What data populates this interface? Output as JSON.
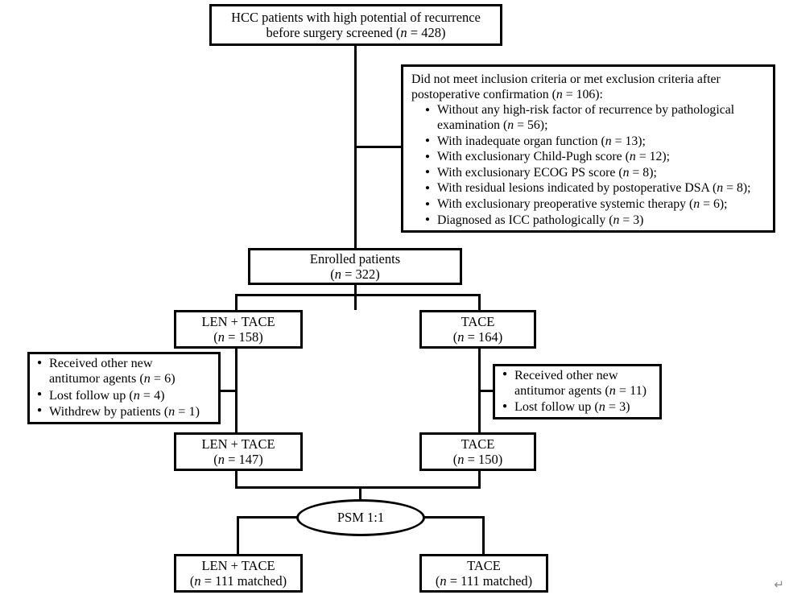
{
  "figure": {
    "type": "flowchart",
    "title": "Patient selection and study flow diagram"
  },
  "nodes": {
    "screened": {
      "line1": "HCC patients with high potential of recurrence",
      "line2_pre": "before surgery screened (",
      "line2_n": "n",
      "line2_post": " = 428)"
    },
    "excluded": {
      "head_line1": "Did not meet inclusion criteria or met exclusion criteria after",
      "head_line2_pre": "postoperative confirmation (",
      "head_n": "n",
      "head_line2_post": " = 106):",
      "items": [
        {
          "text_l1": "Without any high-risk factor of recurrence by pathological",
          "text_l2_pre": "examination (",
          "n": "n",
          "text_l2_post": " = 56);"
        },
        {
          "text_pre": "With inadequate organ function (",
          "n": "n",
          "text_post": " = 13);"
        },
        {
          "text_pre": "With exclusionary Child-Pugh score (",
          "n": "n",
          "text_post": " = 12);"
        },
        {
          "text_pre": "With exclusionary ECOG PS score (",
          "n": "n",
          "text_post": " = 8);"
        },
        {
          "text_pre": "With residual lesions indicated by postoperative DSA (",
          "n": "n",
          "text_post": " = 8);"
        },
        {
          "text_pre": "With exclusionary preoperative systemic therapy (",
          "n": "n",
          "text_post": " = 6);"
        },
        {
          "text_pre": "Diagnosed as ICC pathologically (",
          "n": "n",
          "text_post": " = 3)"
        }
      ]
    },
    "enrolled": {
      "line1": "Enrolled patients",
      "line2_pre": "(",
      "line2_n": "n",
      "line2_post": " = 322)"
    },
    "arm_len_158": {
      "line1": "LEN + TACE",
      "line2_pre": "(",
      "line2_n": "n",
      "line2_post": " = 158)"
    },
    "arm_tace_164": {
      "line1": "TACE",
      "line2_pre": "(",
      "line2_n": "n",
      "line2_post": " = 164)"
    },
    "dropout_left": {
      "items": [
        {
          "text_l1": "Received other new",
          "text_l2_pre": "antitumor agents (",
          "n": "n",
          "text_l2_post": " = 6)"
        },
        {
          "text_pre": "Lost follow up (",
          "n": "n",
          "text_post": " = 4)"
        },
        {
          "text_pre": "Withdrew by patients (",
          "n": "n",
          "text_post": " = 1)"
        }
      ]
    },
    "dropout_right": {
      "items": [
        {
          "text_l1": "Received other new",
          "text_l2_pre": "antitumor agents (",
          "n": "n",
          "text_l2_post": " = 11)"
        },
        {
          "text_pre": "Lost follow up (",
          "n": "n",
          "text_post": " = 3)"
        }
      ]
    },
    "arm_len_147": {
      "line1": "LEN + TACE",
      "line2_pre": "(",
      "line2_n": "n",
      "line2_post": " = 147)"
    },
    "arm_tace_150": {
      "line1": "TACE",
      "line2_pre": "(",
      "line2_n": "n",
      "line2_post": " = 150)"
    },
    "psm": {
      "label": "PSM 1:1"
    },
    "matched_len": {
      "line1": "LEN + TACE",
      "line2_pre": "(",
      "line2_n": "n",
      "line2_post": " = 111 matched)"
    },
    "matched_tace": {
      "line1": "TACE",
      "line2_pre": "(",
      "line2_n": "n",
      "line2_post": " = 111 matched)"
    }
  },
  "artifacts": {
    "return_mark": "↵"
  },
  "colors": {
    "stroke": "#000000",
    "background": "#ffffff",
    "artifact": "#8a8a8a"
  }
}
